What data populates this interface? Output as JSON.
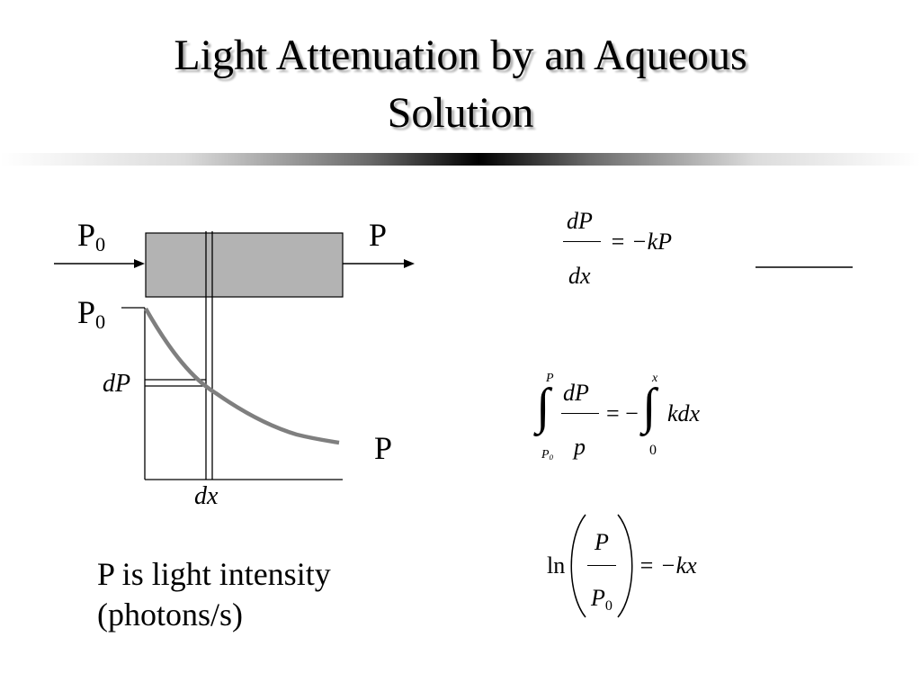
{
  "title": {
    "line1": "Light Attenuation by an Aqueous",
    "line2": "Solution"
  },
  "diagram": {
    "p0_top": "P",
    "p0_top_sub": "0",
    "p_top": "P",
    "p0_axis": "P",
    "p0_axis_sub": "0",
    "dp_label": "dP",
    "p_curve_end": "P",
    "dx_label": "dx",
    "colors": {
      "cell_fill": "#b3b3b3",
      "curve": "#7f7f7f"
    }
  },
  "caption": {
    "line1": "P is light intensity",
    "line2": "(photons/s)"
  },
  "equations": {
    "eq1": {
      "num": "dP",
      "den": "dx",
      "rhs": "= −kP"
    },
    "eq2": {
      "int1_upper": "P",
      "int1_lower": "P",
      "int1_lower_sub": "0",
      "num": "dP",
      "den": "p",
      "mid": "= −",
      "int2_upper": "x",
      "int2_lower": "0",
      "rhs": "kdx"
    },
    "eq3": {
      "ln": "ln",
      "num": "P",
      "den": "P",
      "den_sub": "0",
      "rhs": "= −kx"
    }
  }
}
